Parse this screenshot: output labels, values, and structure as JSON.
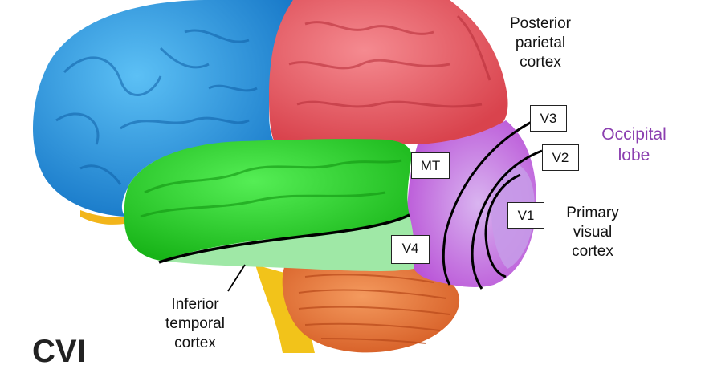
{
  "labels": {
    "posterior_parietal": [
      "Posterior",
      "parietal",
      "cortex"
    ],
    "occipital": [
      "Occipital",
      "lobe"
    ],
    "primary_visual": [
      "Primary",
      "visual",
      "cortex"
    ],
    "inferior_temporal": [
      "Inferior",
      "temporal",
      "cortex"
    ]
  },
  "area_boxes": {
    "v1": "V1",
    "v2": "V2",
    "v3": "V3",
    "v4": "V4",
    "mt": "MT"
  },
  "cut_off_text": "CVI",
  "colors": {
    "frontal": "#2b9be3",
    "parietal": "#ee5d65",
    "temporal": "#2fd42f",
    "temporal_lower": "#9fe8a6",
    "occipital": "#cf6fe0",
    "occipital_inner": "#c79ae8",
    "cerebellum": "#e9763a",
    "brainstem": "#f2c31a",
    "occipital_label": "#8b3fb0"
  }
}
